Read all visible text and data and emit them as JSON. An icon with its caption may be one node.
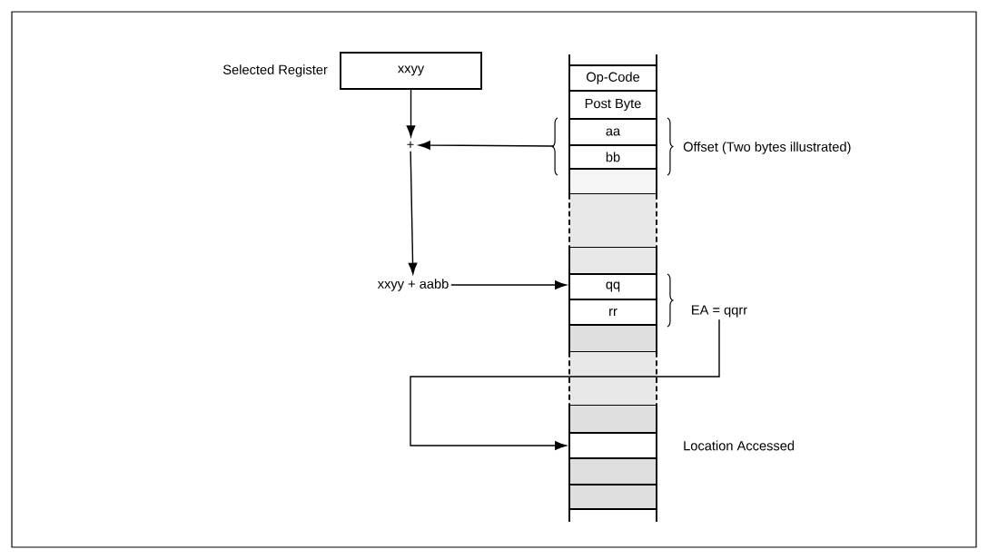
{
  "diagram": {
    "nodes": [
      {
        "text": [
          "xxyy"
        ],
        "beside": [
          "Selected Register"
        ]
      },
      {
        "text": [
          "+"
        ]
      },
      {
        "text": [
          "xxyy + aabb"
        ]
      },
      {
        "text": [
          "Op-Code"
        ]
      },
      {
        "text": [
          "Post Byte"
        ]
      },
      {
        "text": [
          "aa"
        ]
      },
      {
        "text": [
          "bb"
        ]
      },
      {
        "text": [],
        "shape": "box"
      },
      {
        "text": [],
        "shape": "box"
      },
      {
        "text": [
          "qq"
        ]
      },
      {
        "text": [
          "rr"
        ]
      },
      {
        "text": [
          "EA = qqrr"
        ]
      },
      {
        "text": [],
        "shape": "box"
      },
      {
        "text": [],
        "shape": "box"
      },
      {
        "text": [],
        "shape": "box",
        "beside": [
          "Location Accessed"
        ]
      },
      {
        "text": [],
        "shape": "box"
      },
      {
        "text": [],
        "shape": "box"
      }
    ],
    "edges": [
      {
        "from": 0,
        "to": 1,
        "arrow": "to"
      },
      {
        "from": 5,
        "to": 1,
        "arrow": "to"
      },
      {
        "from": 1,
        "to": 2,
        "arrow": "to"
      },
      {
        "from": 2,
        "to": 9,
        "arrow": "to"
      },
      {
        "from": 11,
        "to": 14,
        "arrow": "to"
      }
    ],
    "labels": [
      "Offset (Two bytes illustrated)"
    ]
  }
}
